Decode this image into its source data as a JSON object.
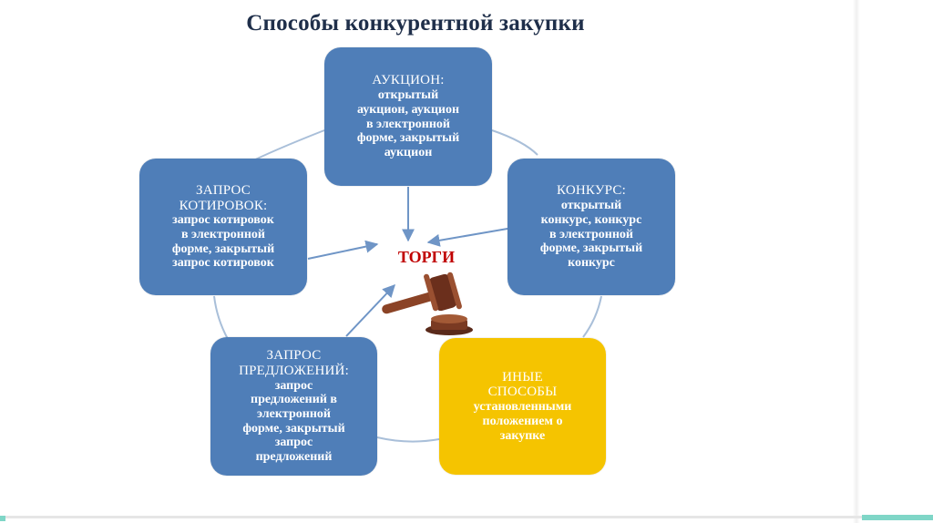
{
  "slide": {
    "title": "Способы конкурентной закупки",
    "center": {
      "label": "ТОРГИ",
      "icon": "gavel-icon"
    },
    "boxes": {
      "auction": {
        "head": [
          "АУКЦИОН:"
        ],
        "body": [
          "открытый",
          "аукцион, аукцион",
          "в электронной",
          "форме, закрытый",
          "аукцион"
        ]
      },
      "contest": {
        "head": [
          "КОНКУРС:"
        ],
        "body": [
          "открытый",
          "конкурс, конкурс",
          "в электронной",
          "форме, закрытый",
          "конкурс"
        ]
      },
      "quotes": {
        "head": [
          "ЗАПРОС",
          "КОТИРОВОК:"
        ],
        "body": [
          "запрос котировок",
          "в электронной",
          "форме, закрытый",
          "запрос котировок"
        ]
      },
      "proposals": {
        "head": [
          "ЗАПРОС",
          "ПРЕДЛОЖЕНИЙ:"
        ],
        "body": [
          "запрос",
          "предложений в",
          "электронной",
          "форме, закрытый",
          "запрос",
          "предложений"
        ]
      },
      "other": {
        "head": [
          "ИНЫЕ",
          "СПОСОБЫ"
        ],
        "body": [
          "установленными",
          "положением о",
          "закупке"
        ]
      }
    },
    "colors": {
      "blue_box": "#4f7eb8",
      "yellow_box": "#f5c400",
      "title": "#1f2f4a",
      "center_label": "#c00000",
      "accent": "#7fd6c7",
      "connector": "#a9bfd9"
    }
  }
}
